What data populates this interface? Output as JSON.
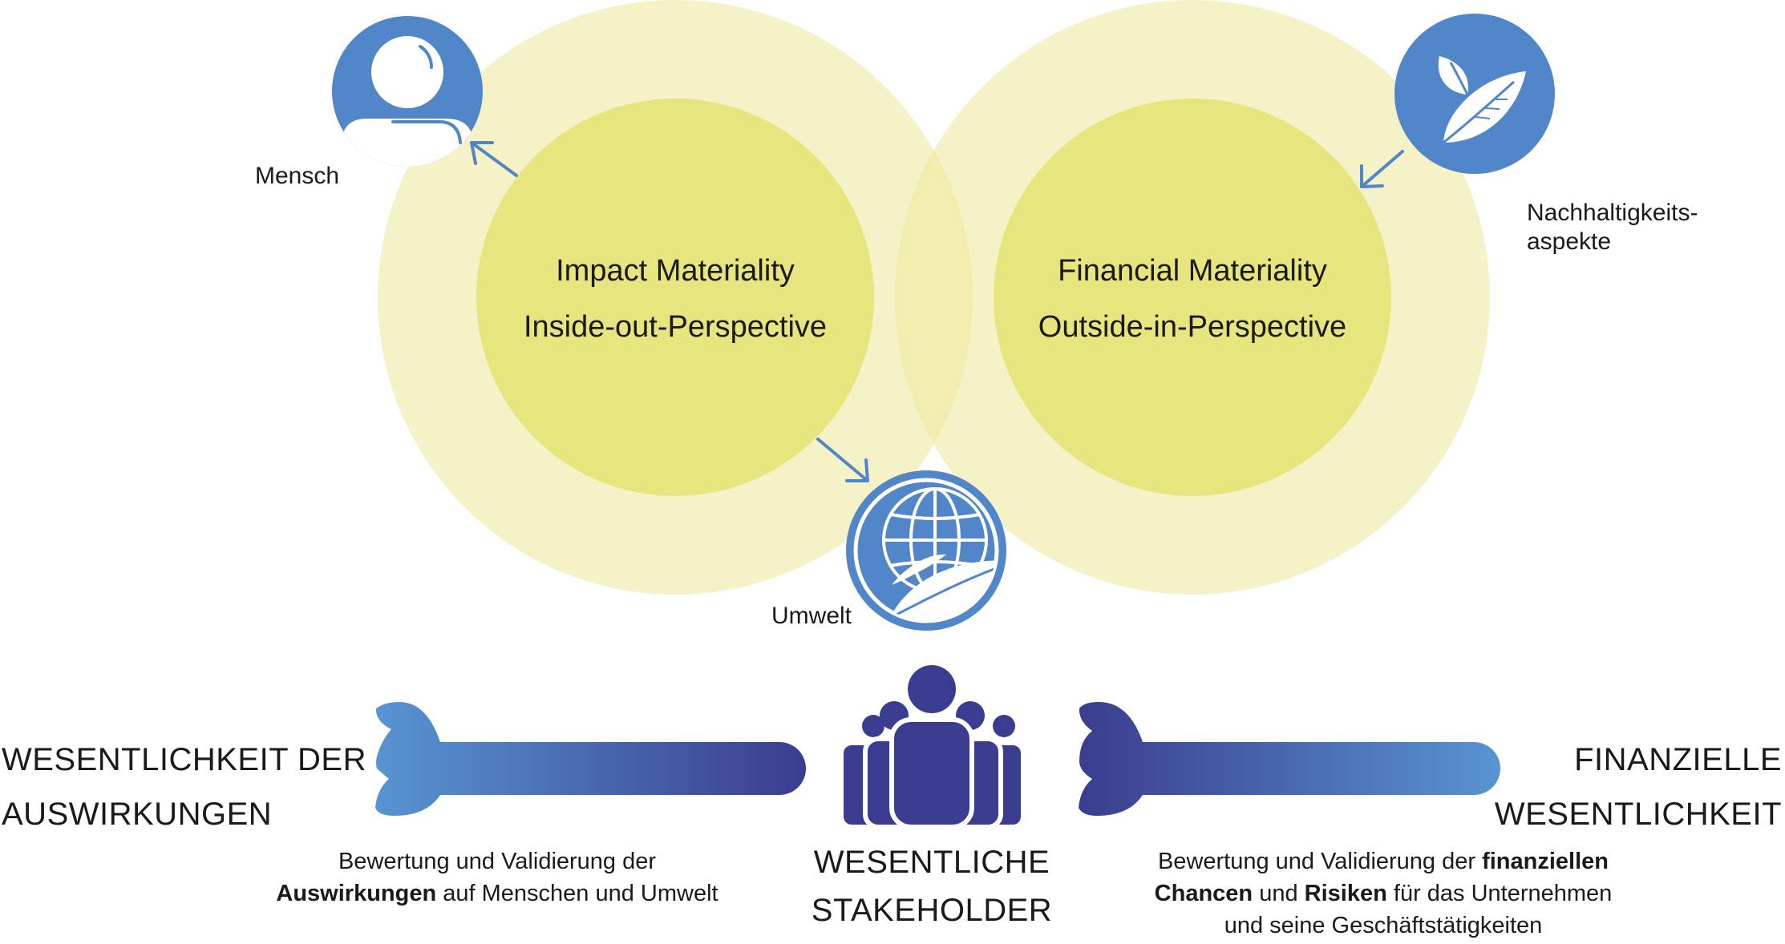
{
  "circles": {
    "impact": {
      "line1": "Impact Materiality",
      "line2": "Inside-out-Perspective"
    },
    "financial": {
      "line1": "Financial Materiality",
      "line2": "Outside-in-Perspective"
    }
  },
  "icon_labels": {
    "mensch": "Mensch",
    "umwelt": "Umwelt",
    "nachhaltigkeit_line1": "Nachhaltigkeits-",
    "nachhaltigkeit_line2": "aspekte"
  },
  "left_heading": {
    "line1": "WESENTLICHKEIT DER",
    "line2": "AUSWIRKUNGEN"
  },
  "right_heading": {
    "line1": "FINANZIELLE",
    "line2": "WESENTLICHKEIT"
  },
  "center_heading": {
    "line1": "WESENTLICHE",
    "line2": "STAKEHOLDER"
  },
  "left_desc": {
    "line1": "Bewertung und Validierung der",
    "line2_bold": "Auswirkungen",
    "line2_rest": " auf Menschen und Umwelt"
  },
  "right_desc": {
    "line1_plain": "Bewertung und Validierung der ",
    "line1_bold": "finanziellen",
    "line2_bold1": "Chancen",
    "line2_mid": " und ",
    "line2_bold2": "Risiken",
    "line2_rest": " für das Unternehmen",
    "line3": "und seine Geschäftstätigkeiten"
  },
  "icons": [
    "person-icon",
    "leaf-icon",
    "globe-leaf-icon",
    "stakeholder-group-icon"
  ],
  "colors": {
    "outer_circle": "#f3f1bf",
    "inner_circle": "#e7e57d",
    "icon_blue": "#5186c9",
    "arrow_dark": "#3a3d8f",
    "arrow_light": "#5894d2",
    "stakeholder": "#3a3d8f"
  }
}
